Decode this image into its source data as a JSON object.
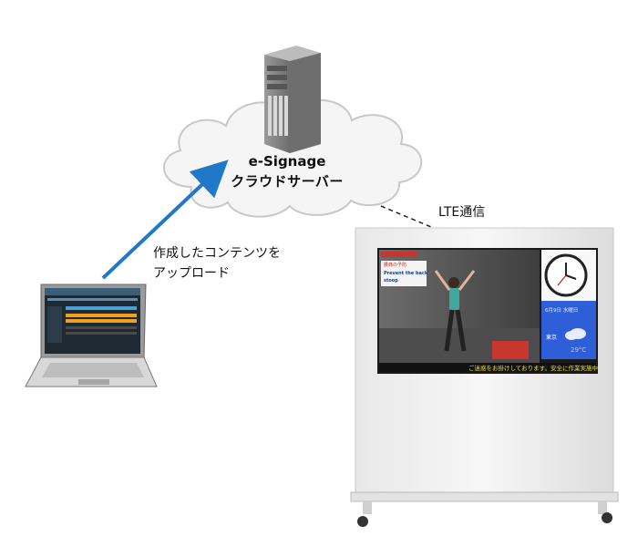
{
  "cloud": {
    "title_line1": "e-Signage",
    "title_line2": "クラウドサーバー"
  },
  "connection_label": "LTE通信",
  "upload_caption": {
    "line1": "作成したコンテンツを",
    "line2": "アップロード"
  },
  "signage": {
    "banner_title": "腰痛の予防",
    "banner_subtitle": "Prevent the back",
    "banner_subtitle2": "stoop",
    "date": "6月9日 水曜日",
    "city": "東京",
    "temperature": "29°C",
    "ticker": "ご迷惑をお掛けしております。安全に作業実施中"
  },
  "colors": {
    "arrow": "#1f78c8",
    "cloud_fill": "#f4f4f4",
    "weather_panel": "#2f5fd8",
    "ticker_bg": "#111111",
    "ticker_text": "#f0e020",
    "orange_rows": "#f0a020"
  }
}
